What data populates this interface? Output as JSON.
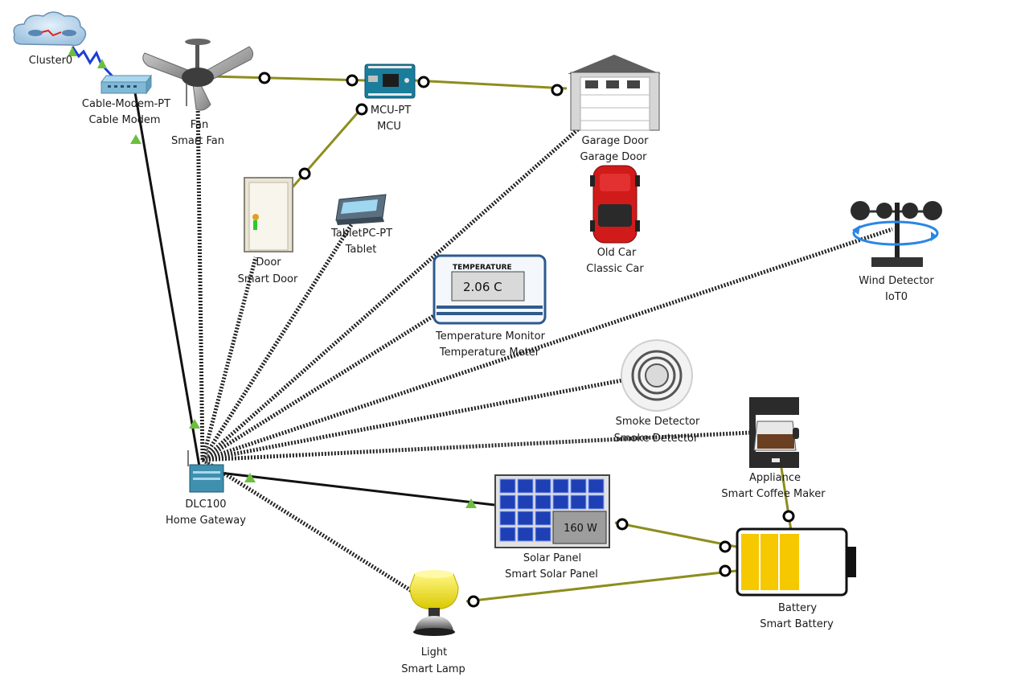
{
  "colors": {
    "wire_olive": "#8d8d1e",
    "wire_black": "#111111",
    "wireless": "#222222",
    "link_up": "#6cbf3c",
    "port_ring": "#000000"
  },
  "devices": {
    "cluster": {
      "label1": "Cluster0"
    },
    "modem": {
      "label1": "Cable-Modem-PT",
      "label2": "Cable Modem"
    },
    "fan": {
      "label1": "Fan",
      "label2": "Smart Fan"
    },
    "mcu": {
      "label1": "MCU-PT",
      "label2": "MCU"
    },
    "garage": {
      "label1": "Garage Door",
      "label2": "Garage Door"
    },
    "car": {
      "label1": "Old Car",
      "label2": "Classic Car"
    },
    "door": {
      "label1": "Door",
      "label2": "Smart Door"
    },
    "tablet": {
      "label1": "TabletPC-PT",
      "label2": "Tablet"
    },
    "temp": {
      "label1": "Temperature Monitor",
      "label2": "Temperature Meter",
      "header": "TEMPERATURE",
      "reading": "2.06 C"
    },
    "wind": {
      "label1": "Wind Detector",
      "label2": "IoT0"
    },
    "smoke": {
      "label1": "Smoke Detector",
      "label2": "Smoke Detector"
    },
    "coffee": {
      "label1": "Appliance",
      "label2": "Smart Coffee Maker"
    },
    "gateway": {
      "label1": "DLC100",
      "label2": "Home Gateway"
    },
    "solar": {
      "label1": "Solar Panel",
      "label2": "Smart Solar Panel",
      "reading": "160 W"
    },
    "battery": {
      "label1": "Battery",
      "label2": "Smart Battery"
    },
    "lamp": {
      "label1": "Light",
      "label2": "Smart Lamp"
    }
  }
}
